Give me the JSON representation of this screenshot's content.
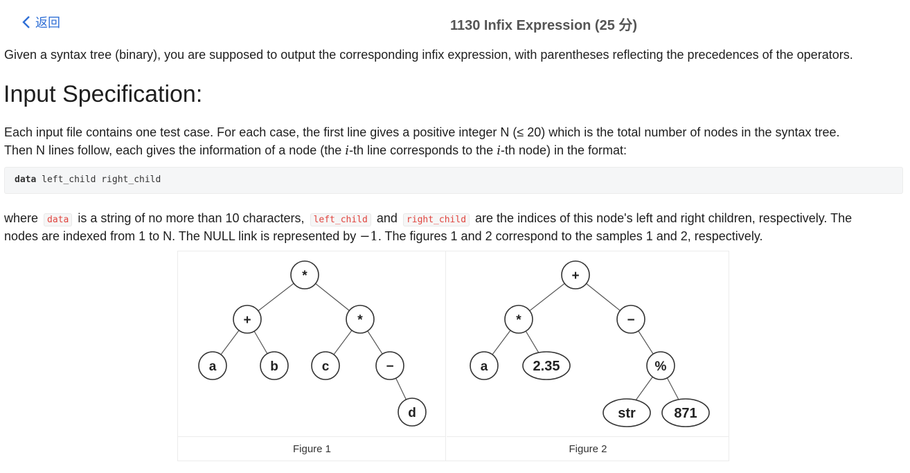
{
  "header": {
    "back_label": "返回",
    "title": "1130 Infix Expression (25 分)"
  },
  "problem": {
    "intro": "Given a syntax tree (binary), you are supposed to output the corresponding infix expression, with parentheses reflecting the precedences of the operators.",
    "input_heading": "Input Specification:",
    "input_line1": "Each input file contains one test case. For each case, the first line gives a positive integer N (≤ 20) which is the total number of nodes in the syntax tree.",
    "input_line2_a": "Then N lines follow, each gives the information of a node (the ",
    "input_line2_i1": "i",
    "input_line2_b": "-th line corresponds to the ",
    "input_line2_i2": "i",
    "input_line2_c": "-th node) in the format:",
    "format_keyword": "data",
    "format_rest": " left_child right_child",
    "where_a": "where",
    "where_code1": "data",
    "where_b": "is a string of no more than 10 characters,",
    "where_code2": "left_child",
    "where_c": "and",
    "where_code3": "right_child",
    "where_d": "are the indices of this node's left and right children, respectively. The",
    "nodes_line_a": "nodes are indexed from 1 to N. The NULL link is represented by ",
    "nodes_line_math": "−1",
    "nodes_line_b": ". The figures 1 and 2 correspond to the samples 1 and 2, respectively."
  },
  "figures": [
    {
      "caption": "Figure 1",
      "nodes": [
        {
          "id": "n1",
          "label": "*"
        },
        {
          "id": "n2",
          "label": "+"
        },
        {
          "id": "n3",
          "label": "*"
        },
        {
          "id": "n4",
          "label": "a"
        },
        {
          "id": "n5",
          "label": "b"
        },
        {
          "id": "n6",
          "label": "c"
        },
        {
          "id": "n7",
          "label": "−"
        },
        {
          "id": "n8",
          "label": "d"
        }
      ]
    },
    {
      "caption": "Figure 2",
      "nodes": [
        {
          "id": "m1",
          "label": "+"
        },
        {
          "id": "m2",
          "label": "*"
        },
        {
          "id": "m3",
          "label": "−"
        },
        {
          "id": "m4",
          "label": "a"
        },
        {
          "id": "m5",
          "label": "2.35"
        },
        {
          "id": "m6",
          "label": "%"
        },
        {
          "id": "m7",
          "label": "str"
        },
        {
          "id": "m8",
          "label": "871"
        }
      ]
    }
  ],
  "colors": {
    "link": "#2f6fd6",
    "inline_code": "#e0443e",
    "title": "#555555"
  },
  "icons": {
    "back": "chevron-left-icon"
  }
}
